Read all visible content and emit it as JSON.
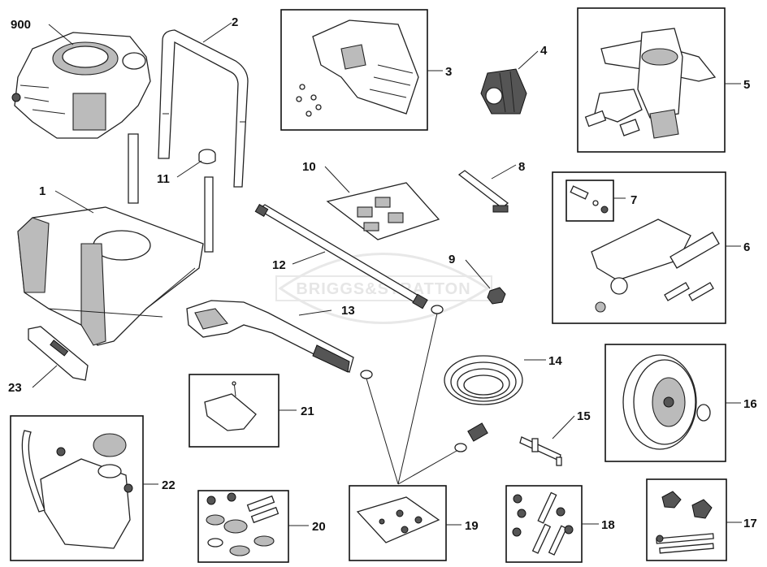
{
  "watermark": "BRIGGS&STRATTON",
  "labels": {
    "p900": "900",
    "p1": "1",
    "p2": "2",
    "p3": "3",
    "p4": "4",
    "p5": "5",
    "p6": "6",
    "p7": "7",
    "p8": "8",
    "p9": "9",
    "p10": "10",
    "p11": "11",
    "p12": "12",
    "p13": "13",
    "p14": "14",
    "p15": "15",
    "p16": "16",
    "p17": "17",
    "p18": "18",
    "p19": "19",
    "p20": "20",
    "p21": "21",
    "p22": "22",
    "p23": "23"
  }
}
